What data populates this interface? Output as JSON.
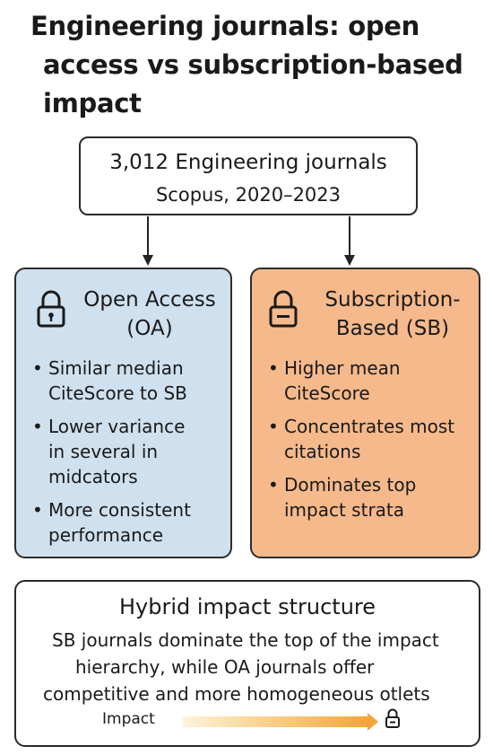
{
  "title": {
    "line1": "Engineering journals: open",
    "line2": "access vs subscription-based",
    "line3": "impact"
  },
  "dataset": {
    "line1": "3,012 Engineering journals",
    "line2": "Scopus, 2020–2023"
  },
  "open_access": {
    "title_line1": "Open Access",
    "title_line2": "(OA)",
    "icon": "padlock-icon",
    "color": "#cfe0ee",
    "bullets": [
      {
        "line1": "Similar median",
        "line2": "CiteScore to SB"
      },
      {
        "line1": "Lower variance",
        "line2": "in several in",
        "line3": "midcators"
      },
      {
        "line1": "More consistent",
        "line2": "performance"
      }
    ]
  },
  "subscription": {
    "title_line1": "Subscription-",
    "title_line2": "Based (SB)",
    "icon": "locked-padlock-icon",
    "color": "#f5b98b",
    "bullets": [
      {
        "line1": "Higher mean",
        "line2": "CiteScore"
      },
      {
        "line1": "Concentrates most",
        "line2": "citations"
      },
      {
        "line1": "Dominates top",
        "line2": "impact strata"
      }
    ]
  },
  "summary": {
    "title": "Hybrid impact structure",
    "line1": "SB journals dominate the top of the impact",
    "line2": "hierarchy, while OA journals offer",
    "line3": "competitive and more homogeneous otlets",
    "impact_label": "Impact",
    "arrow_color": "#f2a33a"
  }
}
